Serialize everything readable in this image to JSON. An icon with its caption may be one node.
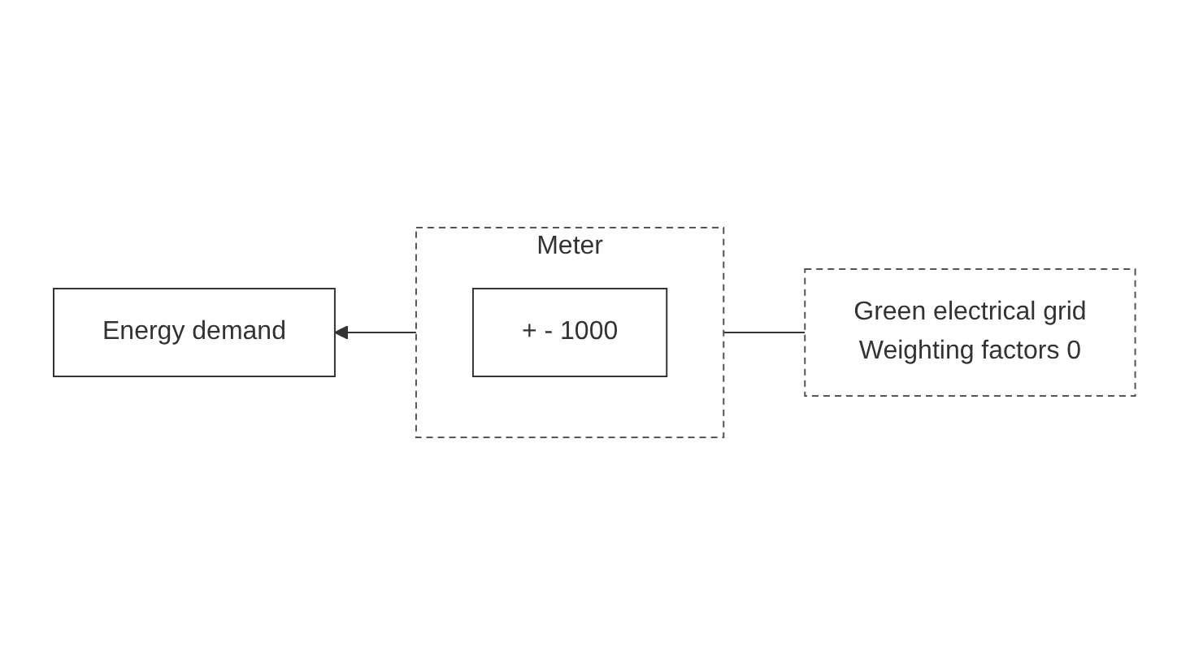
{
  "diagram": {
    "nodes": [
      {
        "text": [
          "Energy demand"
        ]
      },
      {
        "text": [
          "Meter"
        ]
      },
      {
        "text": [
          "+ - 1000"
        ],
        "in": 1
      },
      {
        "text": [
          "Green electrical grid",
          "Weighting factors 0"
        ]
      }
    ],
    "edges": [
      {
        "from": 1,
        "to": 0,
        "arrow": "to"
      },
      {
        "from": 1,
        "to": 3,
        "arrow": "none"
      }
    ]
  }
}
